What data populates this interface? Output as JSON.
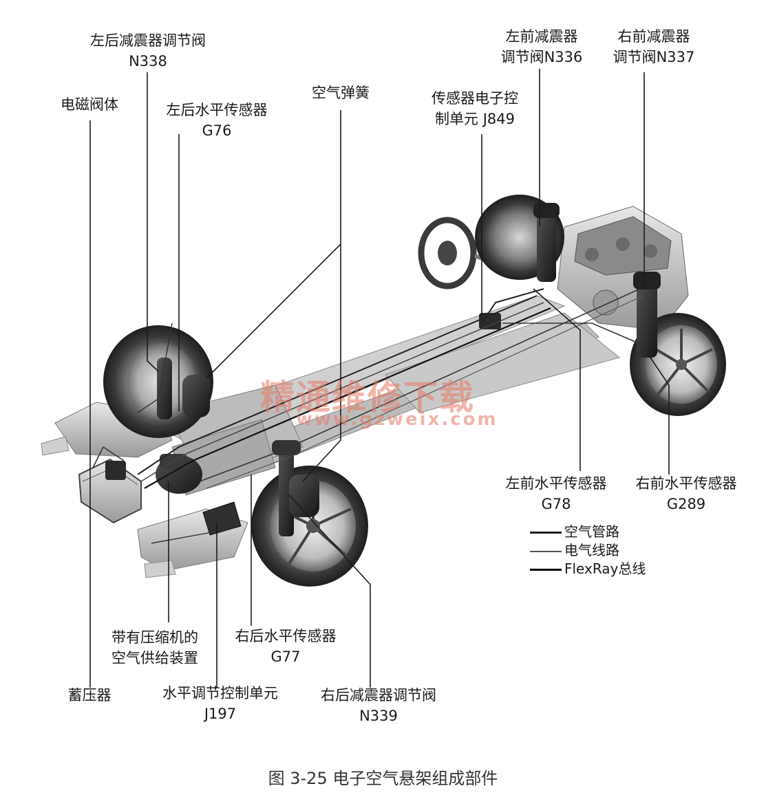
{
  "labels": {
    "lr_damper": [
      "左后减震器调节阀",
      "N338"
    ],
    "solenoid_block": [
      "电磁阀体"
    ],
    "lr_level_sensor": [
      "左后水平传感器",
      "G76"
    ],
    "air_spring": [
      "空气弹簧"
    ],
    "sensor_ecu": [
      "传感器电子控",
      "制单元 J849"
    ],
    "lf_damper": [
      "左前减震器",
      "调节阀N336"
    ],
    "rf_damper": [
      "右前减震器",
      "调节阀N337"
    ],
    "lf_level_sensor": [
      "左前水平传感器",
      "G78"
    ],
    "rf_level_sensor": [
      "右前水平传感器",
      "G289"
    ],
    "compressor": [
      "带有压缩机的",
      "空气供给装置"
    ],
    "rr_level_sensor": [
      "右后水平传感器",
      "G77"
    ],
    "accumulator": [
      "蓄压器"
    ],
    "level_ecu": [
      "水平调节控制单元",
      "J197"
    ],
    "rr_damper": [
      "右后减震器调节阀",
      "N339"
    ]
  },
  "legend": [
    {
      "text": "空气管路"
    },
    {
      "text": "电气线路"
    },
    {
      "text": "FlexRay总线"
    }
  ],
  "watermark": {
    "cn": "精通维修下载",
    "url": "www.gzweix.com"
  },
  "caption": "图 3-25   电子空气悬架组成部件",
  "colors": {
    "ink": "#1a1a1a",
    "watermark": "#e6785f"
  }
}
